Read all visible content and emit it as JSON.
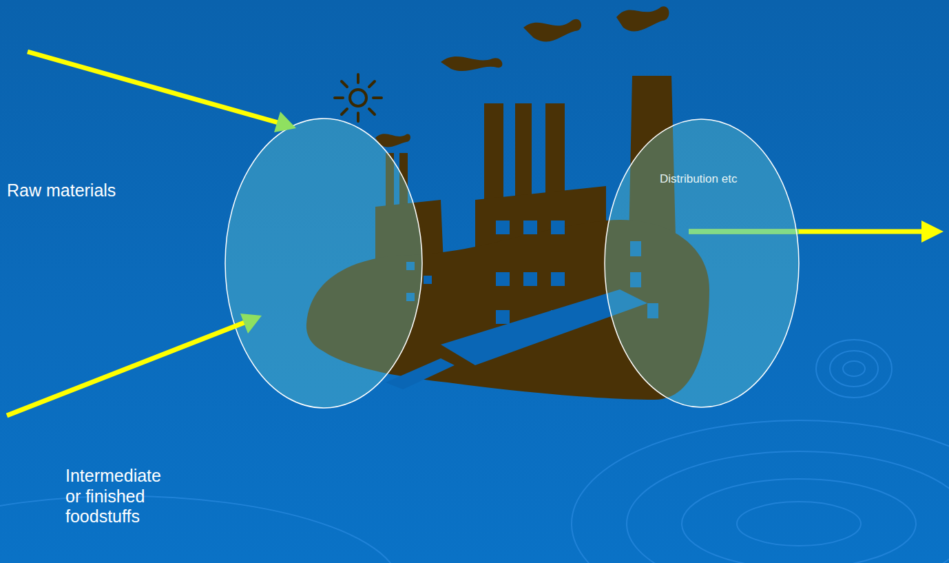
{
  "diagram": {
    "nodes": [
      {
        "text": [
          "Distribution etc"
        ]
      }
    ],
    "labels": [
      "Raw materials",
      "Intermediate or finished foodstuffs"
    ]
  }
}
